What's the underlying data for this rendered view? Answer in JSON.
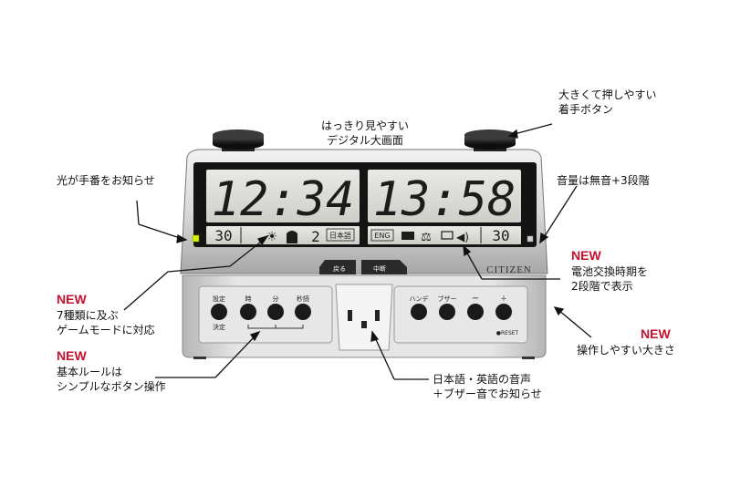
{
  "display": {
    "left_time": "12:34",
    "right_time": "13:58",
    "left_sub_num": "30",
    "left_mode_num": "2",
    "left_lang": "日本語",
    "right_lang": "ENG",
    "right_sub_num": "30"
  },
  "device": {
    "brand": "CITIZEN",
    "top_buttons": [
      "戻る",
      "中断"
    ],
    "left_buttons": [
      {
        "label": "設定",
        "sublabel": "決定"
      },
      {
        "label": "時"
      },
      {
        "label": "分"
      },
      {
        "label": "秒読"
      }
    ],
    "right_buttons": [
      {
        "label": "ハンデ"
      },
      {
        "label": "ブザー"
      },
      {
        "label": "ー"
      },
      {
        "label": "＋",
        "sublabel": "●RESET"
      }
    ],
    "highlight_color": "#c8102e",
    "light_color": "#d6f000"
  },
  "callouts": {
    "top_center": {
      "lines": [
        "はっきり見やすい",
        "デジタル大画面"
      ]
    },
    "top_right": {
      "lines": [
        "大きくて押しやすい",
        "着手ボタン"
      ]
    },
    "left_light": {
      "lines": [
        "光が手番をお知らせ"
      ]
    },
    "right_volume": {
      "lines": [
        "音量は無音+3段階"
      ]
    },
    "right_battery": {
      "new": "NEW",
      "lines": [
        "電池交換時期を",
        "2段階で表示"
      ]
    },
    "left_modes": {
      "new": "NEW",
      "lines": [
        "7種類に及ぶ",
        "ゲームモードに対応"
      ]
    },
    "left_basic": {
      "new": "NEW",
      "lines": [
        "基本ルールは",
        "シンプルなボタン操作"
      ]
    },
    "right_size": {
      "new": "NEW",
      "lines": [
        "操作しやすい大きさ"
      ]
    },
    "bottom_voice": {
      "lines": [
        "日本語・英語の音声",
        "＋ブザー音でお知らせ"
      ]
    }
  }
}
